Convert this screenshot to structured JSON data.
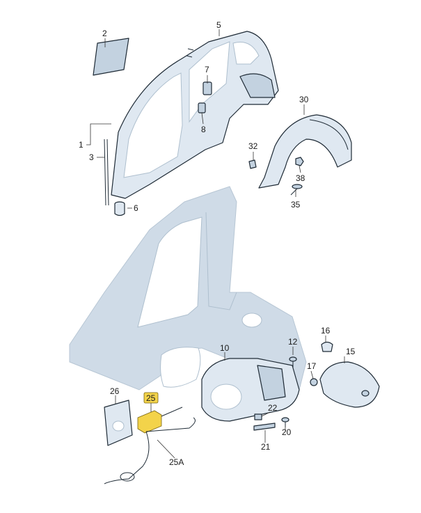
{
  "colors": {
    "background": "#ffffff",
    "part_fill": "#dfe8f1",
    "part_outline": "#1f2b36",
    "car_silhouette": "#cfdbe7",
    "highlight": "#f3d34a"
  },
  "labels": {
    "p1": "1",
    "p2": "2",
    "p3": "3",
    "p5": "5",
    "p6": "6",
    "p7": "7",
    "p8": "8",
    "p10": "10",
    "p12": "12",
    "p15": "15",
    "p16": "16",
    "p17": "17",
    "p20": "20",
    "p21": "21",
    "p22": "22",
    "p25": "25",
    "p25a": "25A",
    "p26": "26",
    "p30": "30",
    "p32": "32",
    "p35": "35",
    "p38": "38"
  }
}
